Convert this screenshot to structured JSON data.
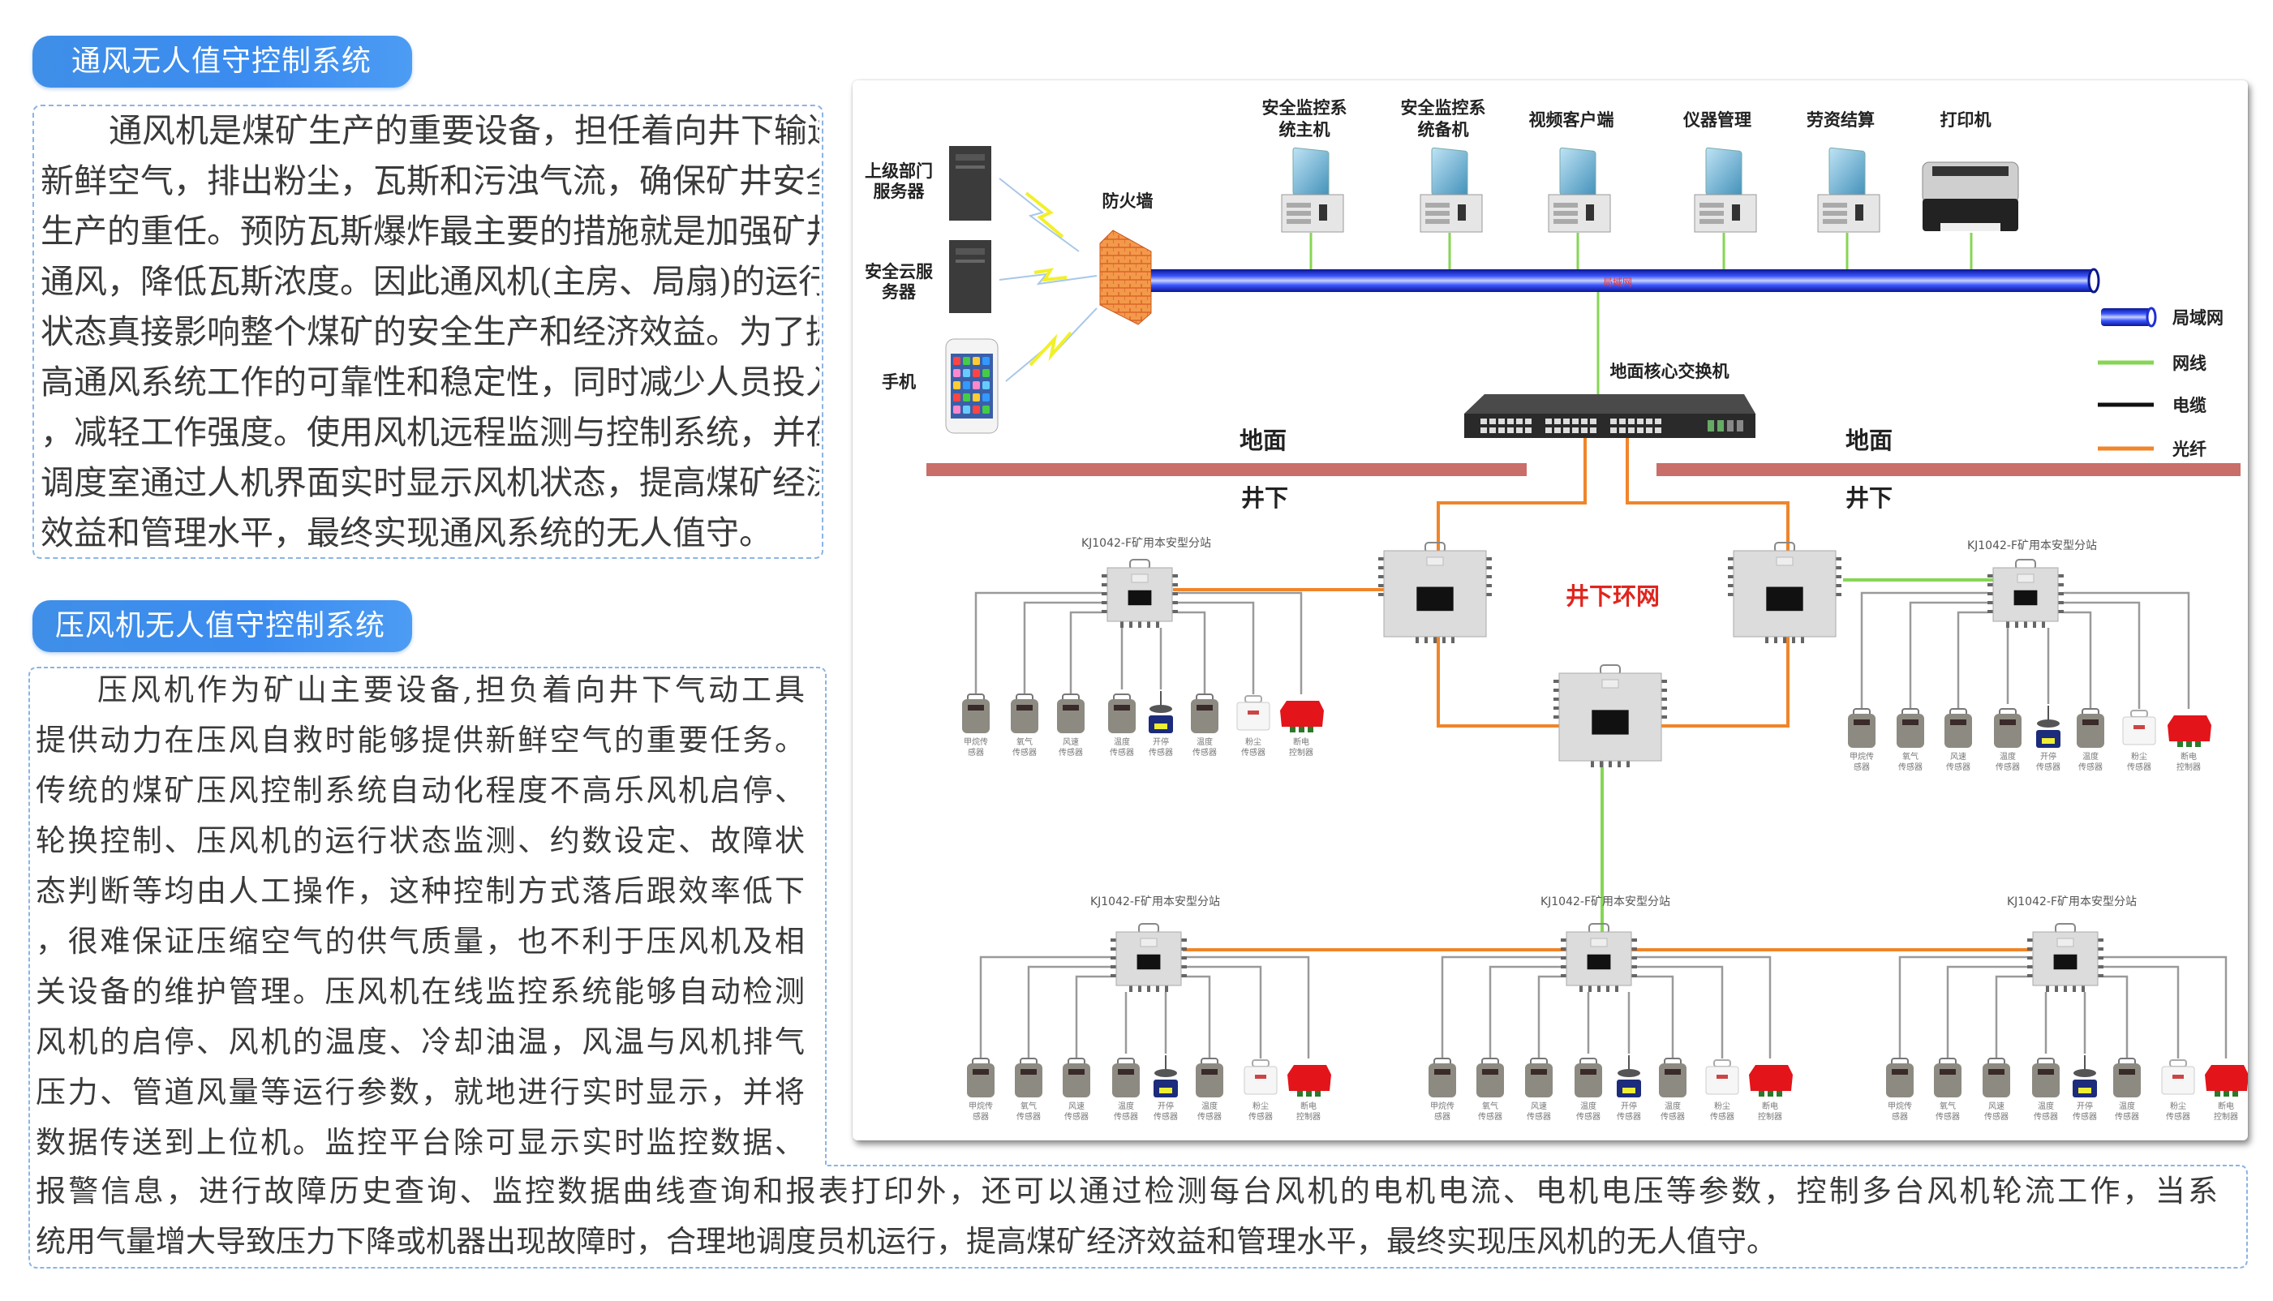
{
  "sections": [
    {
      "heading": "通风无人值守控制系统",
      "lines": [
        "通风机是煤矿生产的重要设备，担任着向井下输送",
        "新鲜空气，排出粉尘，瓦斯和污浊气流，确保矿井安全",
        "生产的重任。预防瓦斯爆炸最主要的措施就是加强矿井",
        "通风，降低瓦斯浓度。因此通风机(主房、局扇)的运行",
        "状态真接影响整个煤矿的安全生产和经济效益。为了提",
        "高通风系统工作的可靠性和稳定性，同时减少人员投入",
        "，减轻工作强度。使用风机远程监测与控制系统，并在",
        "调度室通过人机界面实时显示风机状态，提高煤矿经济",
        "效益和管理水平，最终实现通风系统的无人值守。"
      ]
    },
    {
      "heading": "压风机无人值守控制系统",
      "lines": [
        "压风机作为矿山主要设备,担负着向井下气动工具",
        "提供动力在压风自救时能够提供新鲜空气的重要任务。",
        "传统的煤矿压风控制系统自动化程度不高乐风机启停、",
        "轮换控制、压风机的运行状态监测、约数设定、故障状",
        "态判断等均由人工操作，这种控制方式落后跟效率低下",
        "，很难保证压缩空气的供气质量，也不利于压风机及相",
        "关设备的维护管理。压风机在线监控系统能够自动检测",
        "风机的启停、风机的温度、冷却油温，风温与风机排气",
        "压力、管道风量等运行参数，就地进行实时显示，并将",
        "数据传送到上位机。监控平台除可显示实时监控数据、"
      ],
      "wide_lines": [
        "报警信息，进行故障历史查询、监控数据曲线查询和报表打印外，还可以通过检测每台风机的电机电流、电机电压等参数，控制多台风机轮流工作，当系",
        "统用气量增大导致压力下降或机器出现故障时，合理地调度员机运行，提高煤矿经济效益和管理水平，最终实现压风机的无人值守。"
      ]
    }
  ],
  "diagram": {
    "servers": [
      {
        "label": [
          "上级部门",
          "服务器"
        ]
      },
      {
        "label": [
          "安全云服",
          "务器"
        ]
      }
    ],
    "phone": "手机",
    "firewall": "防火墙",
    "workstations": [
      {
        "label": [
          "安全监控系",
          "统主机"
        ]
      },
      {
        "label": [
          "安全监控系",
          "统备机"
        ]
      },
      {
        "label": [
          "视频客户端"
        ]
      },
      {
        "label": [
          "仪器管理"
        ]
      },
      {
        "label": [
          "劳资结算"
        ]
      }
    ],
    "printer": "打印机",
    "lan_label": "局域网",
    "core_switch": "地面核心交换机",
    "surface": "地面",
    "underground": "井下",
    "ring_network": "井下环网",
    "substations": [
      {
        "label": "KJ1042-F矿用本安型分站"
      },
      {
        "label": "KJ1042-F矿用本安型分站"
      },
      {
        "label": "KJ1042-F矿用本安型分站"
      },
      {
        "label": "KJ1042-F矿用本安型分站"
      },
      {
        "label": "KJ1042-F矿用本安型分站"
      }
    ],
    "sensors": [
      {
        "type": "gray",
        "label": [
          "甲烷传",
          "感器"
        ]
      },
      {
        "type": "gray",
        "label": [
          "氧气",
          "传感器"
        ]
      },
      {
        "type": "gray",
        "label": [
          "风速",
          "传感器"
        ]
      },
      {
        "type": "gray",
        "label": [
          "温度",
          "传感器"
        ]
      },
      {
        "type": "blue",
        "label": [
          "开停",
          "传感器"
        ]
      },
      {
        "type": "gray",
        "label": [
          "温度",
          "传感器"
        ]
      },
      {
        "type": "white",
        "label": [
          "粉尘",
          "传感器"
        ]
      },
      {
        "type": "red",
        "label": [
          "断电",
          "控制器"
        ]
      }
    ],
    "legend": [
      {
        "label": "局域网",
        "kind": "pipe",
        "color": "#1d2fd6"
      },
      {
        "label": "网线",
        "kind": "line",
        "color": "#86d654"
      },
      {
        "label": "电缆",
        "kind": "line",
        "color": "#111111"
      },
      {
        "label": "光纤",
        "kind": "line",
        "color": "#f0852a"
      }
    ],
    "colors": {
      "lan": "#1d2fd6",
      "network_cable": "#86d654",
      "fiber": "#f0852a",
      "cable": "#9a9a9a",
      "ground_bar": "#c96e68",
      "ring_label": "#e0251e",
      "heading": "#3b8cf0"
    }
  }
}
